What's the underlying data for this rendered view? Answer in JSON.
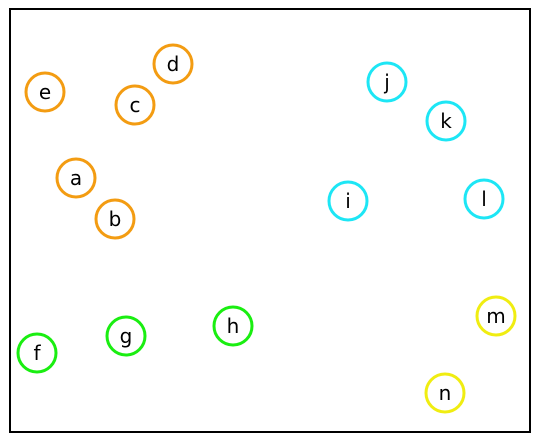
{
  "groups": {
    "orange": {
      "color": "#f39c12"
    },
    "cyan": {
      "color": "#1de6f5"
    },
    "green": {
      "color": "#1aee11"
    },
    "yellow": {
      "color": "#f0ed11"
    }
  },
  "nodes": [
    {
      "label": "a",
      "group": "orange"
    },
    {
      "label": "b",
      "group": "orange"
    },
    {
      "label": "c",
      "group": "orange"
    },
    {
      "label": "d",
      "group": "orange"
    },
    {
      "label": "e",
      "group": "orange"
    },
    {
      "label": "f",
      "group": "green"
    },
    {
      "label": "g",
      "group": "green"
    },
    {
      "label": "h",
      "group": "green"
    },
    {
      "label": "i",
      "group": "cyan"
    },
    {
      "label": "j",
      "group": "cyan"
    },
    {
      "label": "k",
      "group": "cyan"
    },
    {
      "label": "l",
      "group": "cyan"
    },
    {
      "label": "m",
      "group": "yellow"
    },
    {
      "label": "n",
      "group": "yellow"
    }
  ]
}
